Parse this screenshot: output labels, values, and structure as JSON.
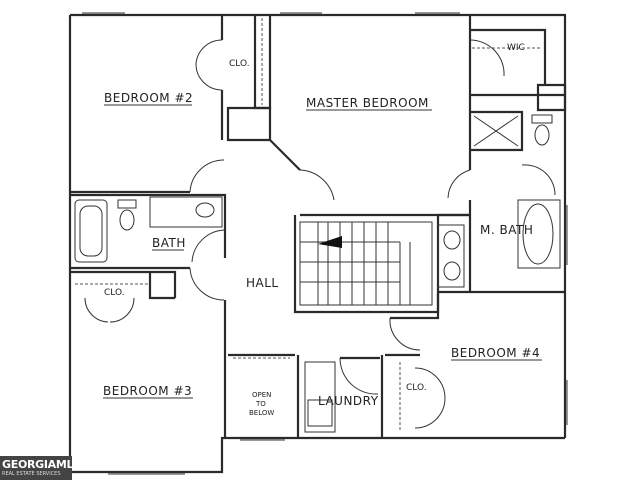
{
  "rooms": {
    "bedroom2": "BEDROOM #2",
    "master": "MASTER BEDROOM",
    "wic": "WIC",
    "clo_bed2": "CLO.",
    "bath": "BATH",
    "hall": "HALL",
    "mbath": "M. BATH",
    "clo_bed3": "CLO.",
    "bedroom3": "BEDROOM #3",
    "open_line1": "OPEN",
    "open_line2": "TO",
    "open_line3": "BELOW",
    "laundry": "LAUNDRY",
    "clo_bed4": "CLO.",
    "bedroom4": "BEDROOM #4"
  },
  "logo": {
    "name": "GEORGIAMLS",
    "tagline": "REAL ESTATE SERVICES"
  }
}
